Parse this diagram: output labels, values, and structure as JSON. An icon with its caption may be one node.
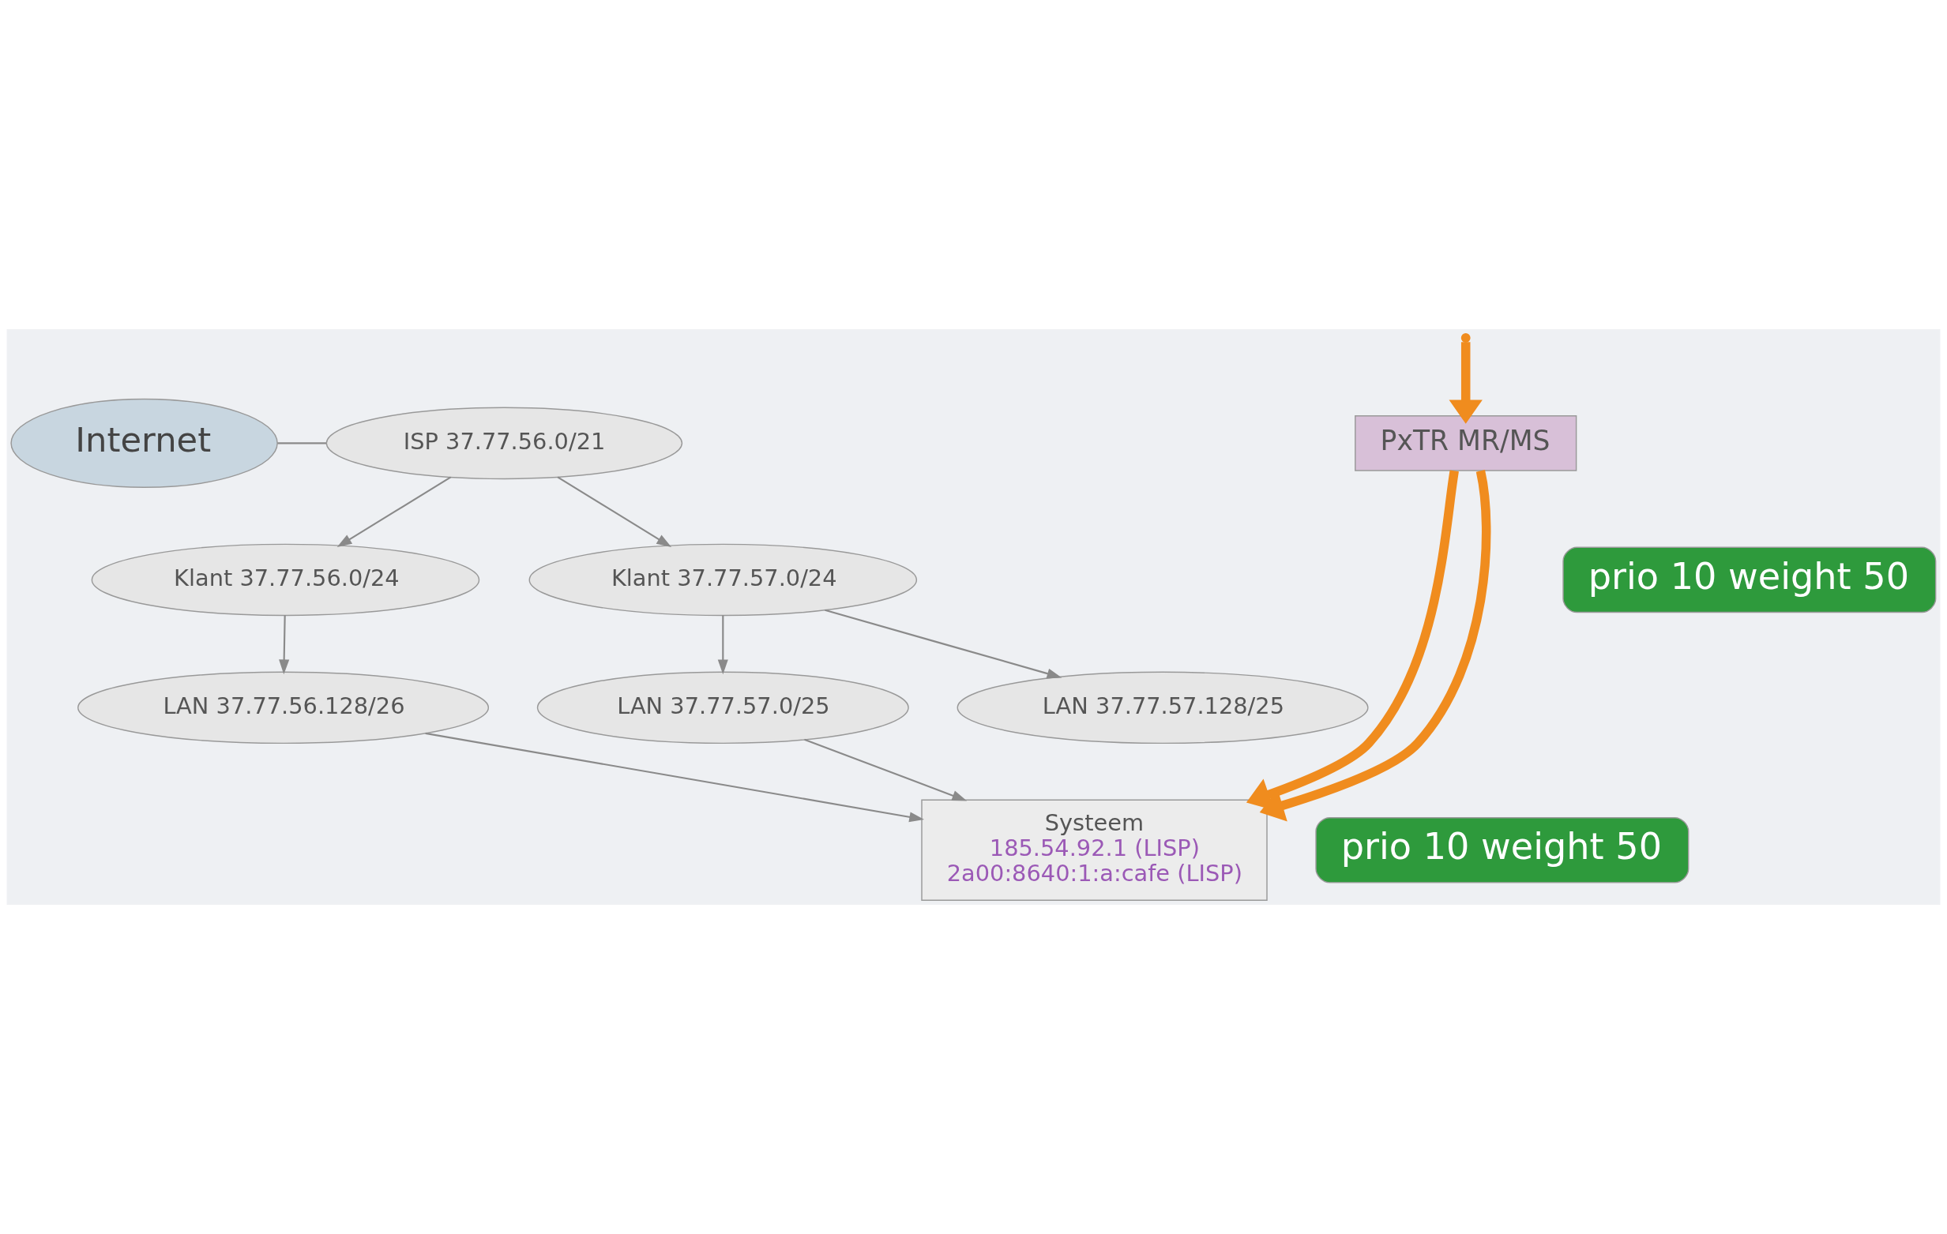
{
  "diagram": {
    "nodes": [
      {
        "text": [
          "Internet"
        ]
      },
      {
        "text": [
          "PxTR MR/MS"
        ]
      },
      {
        "text": [
          "ISP 37.77.56.0/21"
        ]
      },
      {
        "text": [
          "Klant 37.77.56.0/24"
        ]
      },
      {
        "text": [
          "Klant 37.77.57.0/24"
        ]
      },
      {
        "text": [
          "LAN 37.77.56.128/26"
        ]
      },
      {
        "text": [
          "LAN 37.77.57.0/25"
        ]
      },
      {
        "text": [
          "LAN 37.77.57.128/25"
        ]
      },
      {
        "text": [
          "Systeem",
          "185.54.92.1 (LISP)",
          "2a00:8640:1:a:cafe (LISP)"
        ]
      },
      {
        "text": [
          "prio 10 weight 50"
        ]
      },
      {
        "text": [
          "prio 10 weight 50"
        ]
      }
    ],
    "edges": [
      {
        "from": 0,
        "to": 2,
        "arrow": "none"
      },
      {
        "from": 2,
        "to": 3,
        "arrow": "to"
      },
      {
        "from": 2,
        "to": 4,
        "arrow": "to"
      },
      {
        "from": 3,
        "to": 5,
        "arrow": "to"
      },
      {
        "from": 4,
        "to": 6,
        "arrow": "to"
      },
      {
        "from": 4,
        "to": 7,
        "arrow": "to"
      },
      {
        "from": 5,
        "to": 8,
        "arrow": "to"
      },
      {
        "from": 6,
        "to": 8,
        "arrow": "to"
      },
      {
        "from": null,
        "to": 1,
        "arrow": "to",
        "style": "thick",
        "color": "#f08c1e"
      },
      {
        "from": 1,
        "to": 8,
        "arrow": "to",
        "style": "thick",
        "color": "#f08c1e"
      },
      {
        "from": 1,
        "to": 8,
        "arrow": "to",
        "style": "thick",
        "color": "#f08c1e"
      }
    ]
  }
}
